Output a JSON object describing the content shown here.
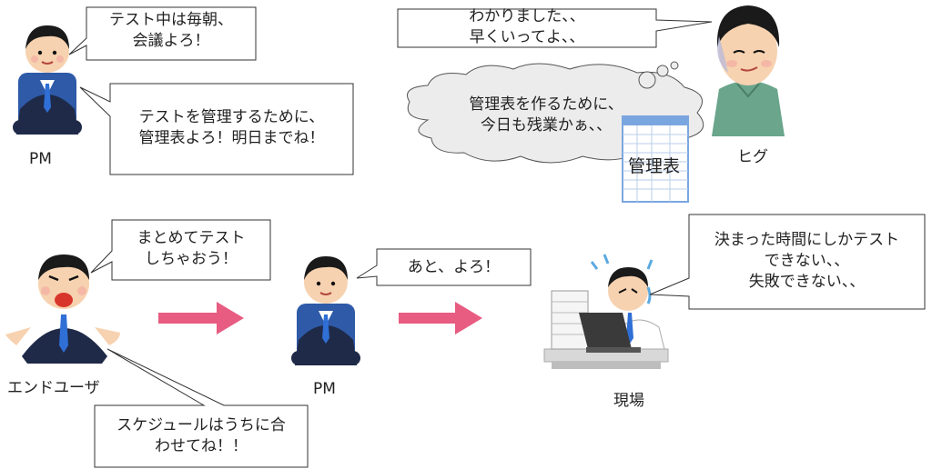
{
  "labels": {
    "pm_top": "PM",
    "higu": "ヒグ",
    "enduser": "エンドユーザ",
    "pm_mid": "PM",
    "genba": "現場"
  },
  "bubbles": {
    "pm_meeting": "テスト中は毎朝、\n会議よろ！",
    "pm_table": "テストを管理するために、\n管理表よろ！明日までね！",
    "higu_reply": "わかりました、、\n早くいってよ、、",
    "enduser_test": "まとめてテスト\nしちゃおう！",
    "enduser_schedule": "スケジュールはうちに合\nわせてね！！",
    "pm_ato": "あと、よろ！",
    "genba_complaint": "決まった時間にしかテスト\nできない、、\n失敗できない、、"
  },
  "thought": {
    "higu_thought": "管理表を作るために、\n今日も残業かぁ、、"
  },
  "sheet": {
    "label": "管理表"
  },
  "colors": {
    "arrow": "#e85c82",
    "suit": "#1f2a48",
    "tie": "#2f6fd6",
    "skin": "#f7d2b0",
    "hair": "#1a1a1a",
    "chair": "#2e5aa8",
    "higu_shirt": "#6aa58c",
    "cloud": "#ececec",
    "sheet_blue": "#7aa6e0"
  }
}
